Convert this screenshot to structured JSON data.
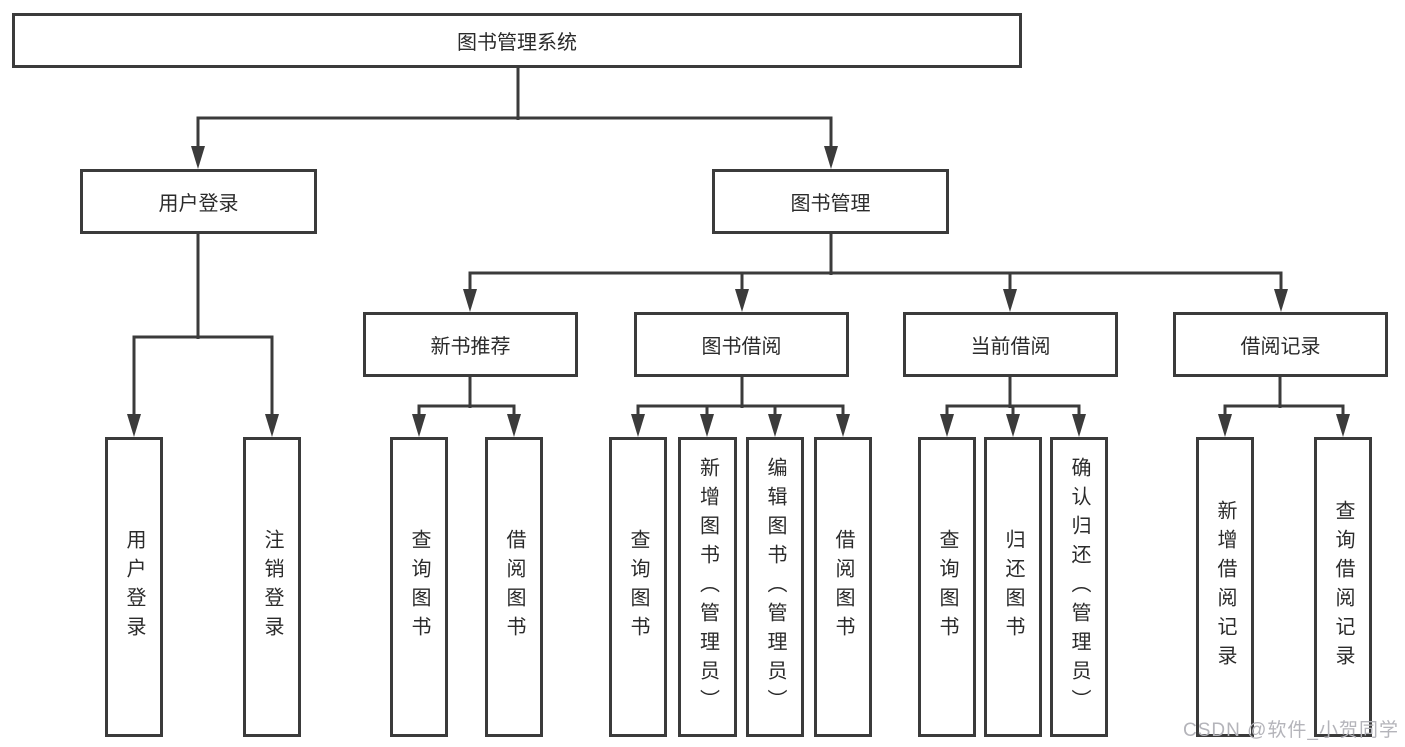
{
  "diagram": {
    "root": "图书管理系统",
    "level2": [
      "用户登录",
      "图书管理"
    ],
    "level3": [
      "新书推荐",
      "图书借阅",
      "当前借阅",
      "借阅记录"
    ],
    "leaves": {
      "user_login": [
        "用户登录",
        "注销登录"
      ],
      "new_book_recommend": [
        "查询图书",
        "借阅图书"
      ],
      "book_borrow": [
        "查询图书",
        "新增图书（管理员）",
        "编辑图书（管理员）",
        "借阅图书"
      ],
      "current_borrow": [
        "查询图书",
        "归还图书",
        "确认归还（管理员）"
      ],
      "borrow_records": [
        "新增借阅记录",
        "查询借阅记录"
      ]
    }
  },
  "watermark": "CSDN @软件_小贺同学",
  "colors": {
    "line": "#3b3b3b",
    "text": "#2b2b2b",
    "watermark": "#b4b4ba"
  }
}
